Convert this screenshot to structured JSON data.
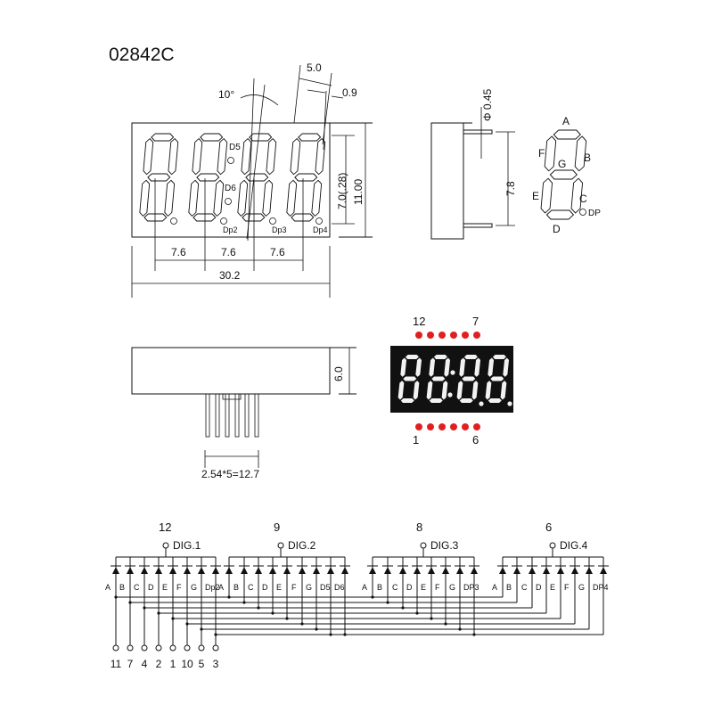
{
  "title": "02842C",
  "front_view": {
    "dims": {
      "pitch1": "7.6",
      "pitch2": "7.6",
      "pitch3": "7.6",
      "width": "30.2",
      "digit_height": "7.0(.28)",
      "height": "11.00",
      "angle": "10°",
      "seg_width": "5.0",
      "seg_gap": "0.9"
    },
    "dot_labels": {
      "d5": "D5",
      "d6": "D6",
      "dp2": "Dp2",
      "dp3": "Dp3",
      "dp4": "Dp4"
    }
  },
  "side_view": {
    "pin_diameter": "Φ 0.45",
    "pin_length": "7.8"
  },
  "segment_map": {
    "a": "A",
    "b": "B",
    "c": "C",
    "d": "D",
    "e": "E",
    "f": "F",
    "g": "G",
    "dp": "DP"
  },
  "bottom_view": {
    "depth": "6.0",
    "pin_pitch": "2.54*5=12.7"
  },
  "pinout_photo": {
    "top_left": "12",
    "top_right": "7",
    "bottom_left": "1",
    "bottom_right": "6",
    "led_color": "#e02020"
  },
  "schematic": {
    "digits": [
      {
        "pin": "12",
        "name": "DIG.1",
        "segments": [
          "A",
          "B",
          "C",
          "D",
          "E",
          "F",
          "G",
          "Dp2"
        ]
      },
      {
        "pin": "9",
        "name": "DIG.2",
        "segments": [
          "A",
          "B",
          "C",
          "D",
          "E",
          "F",
          "G",
          "D5",
          "D6"
        ]
      },
      {
        "pin": "8",
        "name": "DIG.3",
        "segments": [
          "A",
          "B",
          "C",
          "D",
          "E",
          "F",
          "G",
          "DP3"
        ]
      },
      {
        "pin": "6",
        "name": "DIG.4",
        "segments": [
          "A",
          "B",
          "C",
          "D",
          "E",
          "F",
          "G",
          "DP4"
        ]
      }
    ],
    "segment_pins": [
      "11",
      "7",
      "4",
      "2",
      "1",
      "10",
      "5",
      "3"
    ]
  }
}
